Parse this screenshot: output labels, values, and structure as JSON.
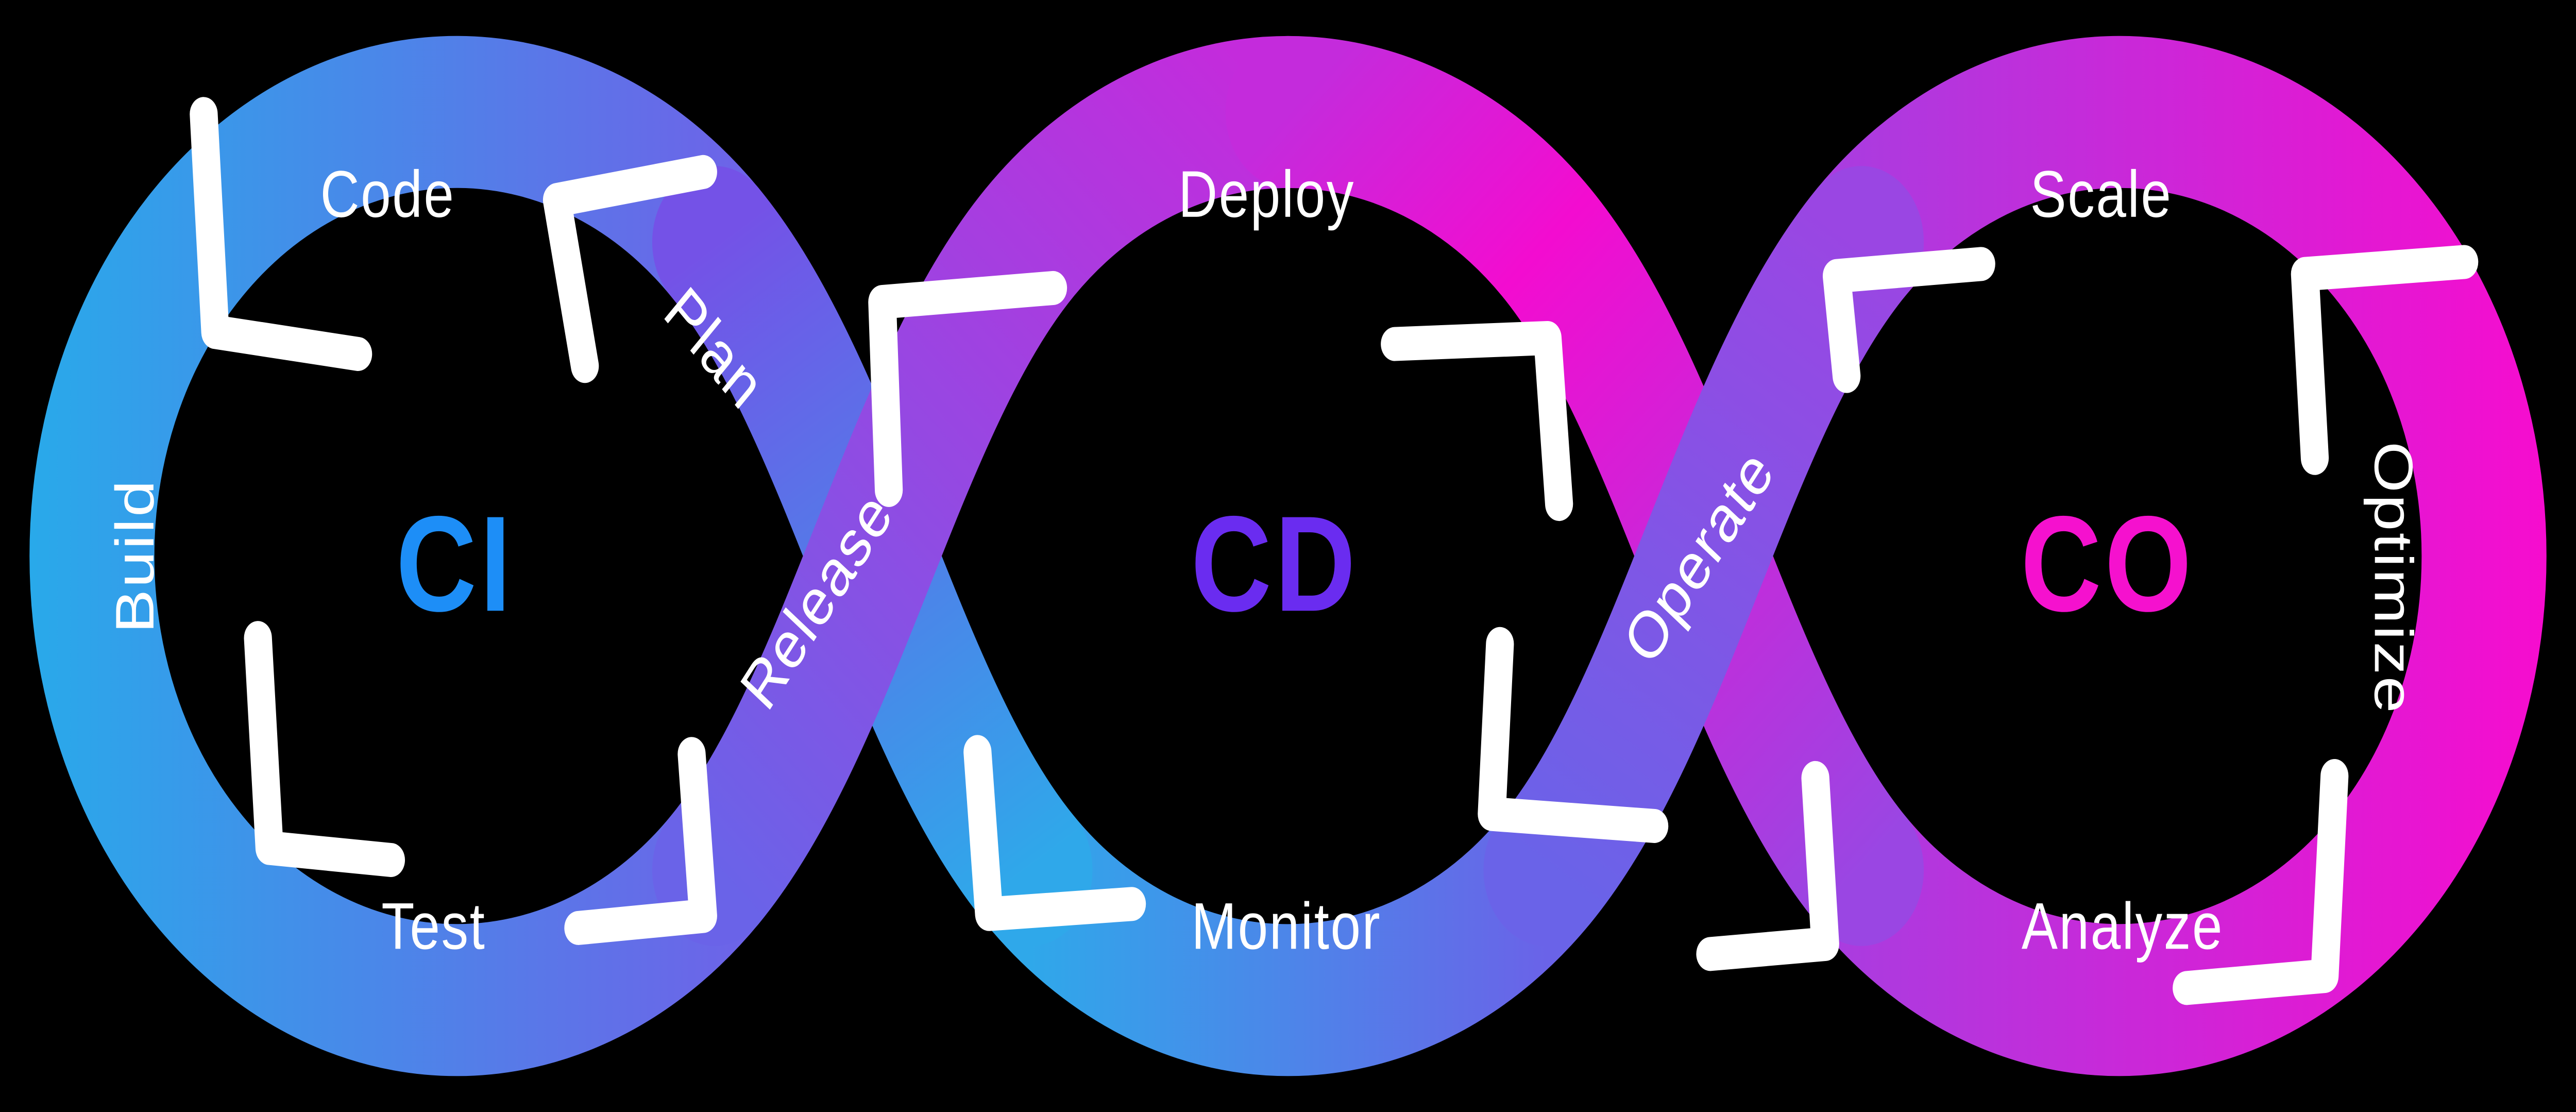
{
  "colors": {
    "background": "#000000",
    "arrow": "#ffffff",
    "stage_label": "#ffffff"
  },
  "gradients": {
    "ci_loop": [
      "#29a9ea",
      "#7b55e7"
    ],
    "release_rise": [
      "#6a63e8",
      "#c42bdc"
    ],
    "deploy_fall": [
      "#c42bdc",
      "#f30cd0",
      "#9a46e3"
    ],
    "co_loop": [
      "#9a46e3",
      "#f80bce"
    ],
    "operate_diag": [
      "#9a46e3",
      "#6a63e8"
    ],
    "monitor_arc": [
      "#6a63e8",
      "#2fa8ea"
    ],
    "plan_fall": [
      "#2fa8ea",
      "#7452e7"
    ]
  },
  "loops": [
    {
      "abbr": "CI",
      "abbr_color": "#1d8ef7",
      "stages": {
        "top": "Code",
        "right": "Plan",
        "left": "Build",
        "bottom": "Test"
      }
    },
    {
      "abbr": "CD",
      "abbr_color": "#6a2cf0",
      "stages": {
        "top": "Deploy",
        "left_diagonal": "Release",
        "bottom": "Monitor"
      }
    },
    {
      "abbr": "CO",
      "abbr_color": "#f511ce",
      "stages": {
        "top": "Scale",
        "left_diagonal": "Operate",
        "right": "Optimize",
        "bottom": "Analyze"
      }
    }
  ]
}
